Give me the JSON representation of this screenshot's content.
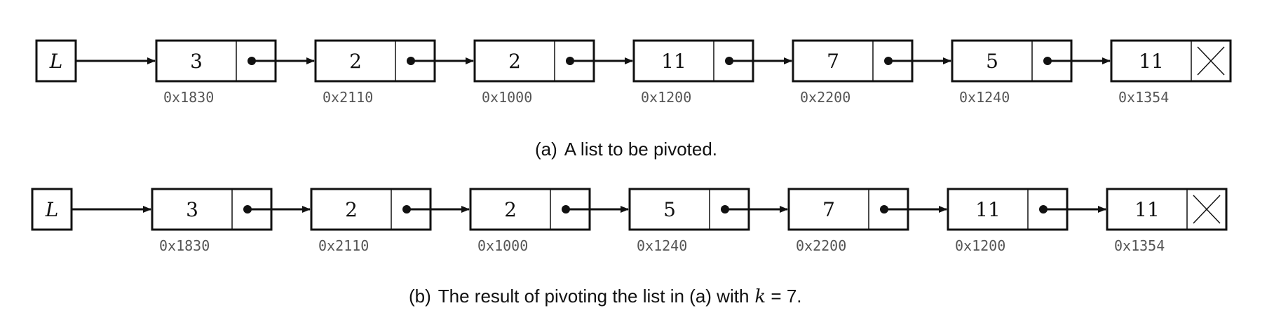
{
  "diagrams": [
    {
      "id": "a",
      "head_label": "L",
      "caption_prefix": "(a)",
      "caption_text": "A list to be pivoted.",
      "nodes": [
        {
          "value": "3",
          "address": "0x1830"
        },
        {
          "value": "2",
          "address": "0x2110"
        },
        {
          "value": "2",
          "address": "0x1000"
        },
        {
          "value": "11",
          "address": "0x1200"
        },
        {
          "value": "7",
          "address": "0x2200"
        },
        {
          "value": "5",
          "address": "0x1240"
        },
        {
          "value": "11",
          "address": "0x1354",
          "next_null": true
        }
      ]
    },
    {
      "id": "b",
      "head_label": "L",
      "caption_prefix": "(b)",
      "caption_text": "The result of pivoting the list in (a) with",
      "caption_var": "k",
      "caption_eq": " = 7.",
      "nodes": [
        {
          "value": "3",
          "address": "0x1830"
        },
        {
          "value": "2",
          "address": "0x2110"
        },
        {
          "value": "2",
          "address": "0x1000"
        },
        {
          "value": "5",
          "address": "0x1240"
        },
        {
          "value": "7",
          "address": "0x2200"
        },
        {
          "value": "11",
          "address": "0x1200"
        },
        {
          "value": "11",
          "address": "0x1354",
          "next_null": true
        }
      ]
    }
  ]
}
